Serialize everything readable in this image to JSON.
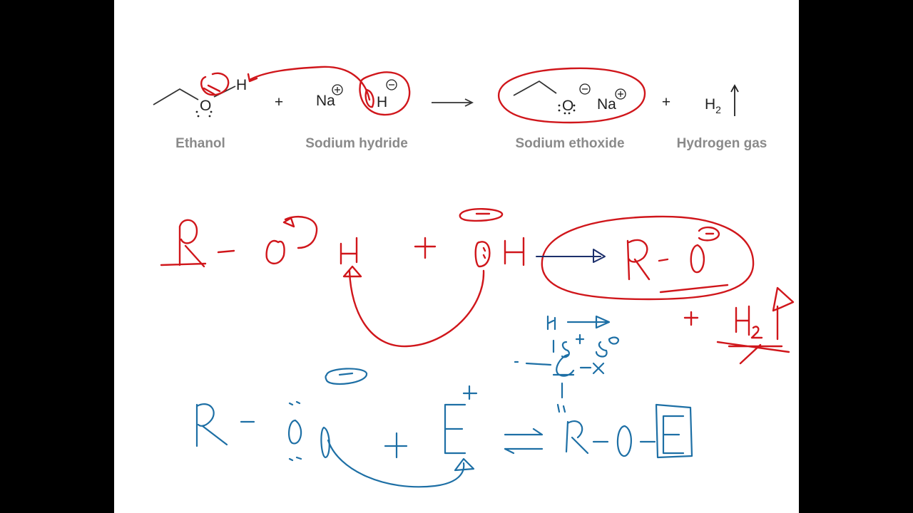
{
  "reaction": {
    "reactant1": {
      "label": "Ethanol",
      "atoms": {
        "oxygen": "O",
        "hydrogen": "H"
      }
    },
    "plus1": "+",
    "reactant2": {
      "label": "Sodium hydride",
      "atoms": {
        "sodium": "Na",
        "hydrogen": "H"
      }
    },
    "product1": {
      "label": "Sodium ethoxide",
      "atoms": {
        "oxygen": "O",
        "sodium": "Na"
      }
    },
    "plus2": "+",
    "product2": {
      "label": "Hydrogen gas",
      "formula": "H",
      "subscript": "2"
    }
  },
  "colors": {
    "label_gray": "#8a8a8a",
    "ink_red": "#d0161b",
    "ink_blue": "#1d6fa5",
    "ink_navy": "#1c2f6b"
  }
}
